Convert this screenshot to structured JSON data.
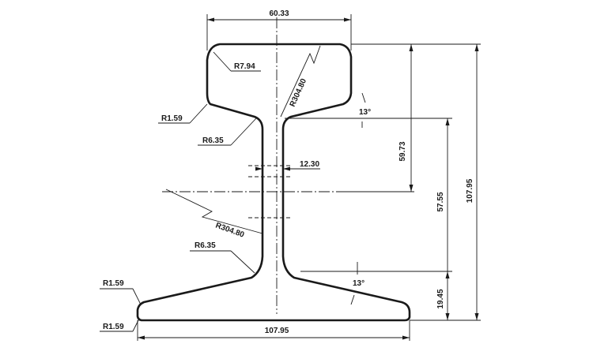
{
  "drawing": {
    "dimensions": {
      "head_width": "60.33",
      "web_thickness": "12.30",
      "base_width": "107.95",
      "height_total": "107.95",
      "head_to_neutral": "59.73",
      "web_height": "57.55",
      "base_edge": "19.45"
    },
    "radii": {
      "head_corner": "R7.94",
      "head_side": "R304.80",
      "head_under": "R1.59",
      "fillet_top": "R6.35",
      "web_side": "R304.80",
      "fillet_bottom": "R6.35",
      "base_top": "R1.59",
      "base_bottom": "R1.59"
    },
    "angles": {
      "head_slope": "13°",
      "base_slope": "13°"
    }
  }
}
